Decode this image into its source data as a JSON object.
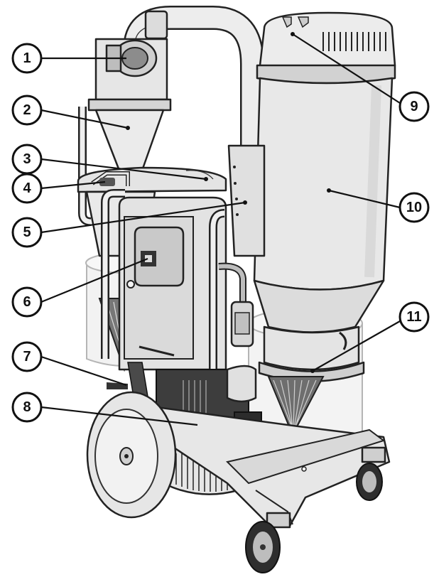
{
  "callouts": [
    {
      "id": "1",
      "label": "1"
    },
    {
      "id": "2",
      "label": "2"
    },
    {
      "id": "3",
      "label": "3"
    },
    {
      "id": "4",
      "label": "4"
    },
    {
      "id": "5",
      "label": "5"
    },
    {
      "id": "6",
      "label": "6"
    },
    {
      "id": "7",
      "label": "7"
    },
    {
      "id": "8",
      "label": "8"
    },
    {
      "id": "9",
      "label": "9"
    },
    {
      "id": "10",
      "label": "10"
    },
    {
      "id": "11",
      "label": "11"
    }
  ],
  "colors": {
    "body_light": "#ececec",
    "body_mid": "#d6d6d6",
    "body_dark": "#9a9a9a",
    "outline": "#222222",
    "bin_transparent": "#e8e8e8"
  }
}
